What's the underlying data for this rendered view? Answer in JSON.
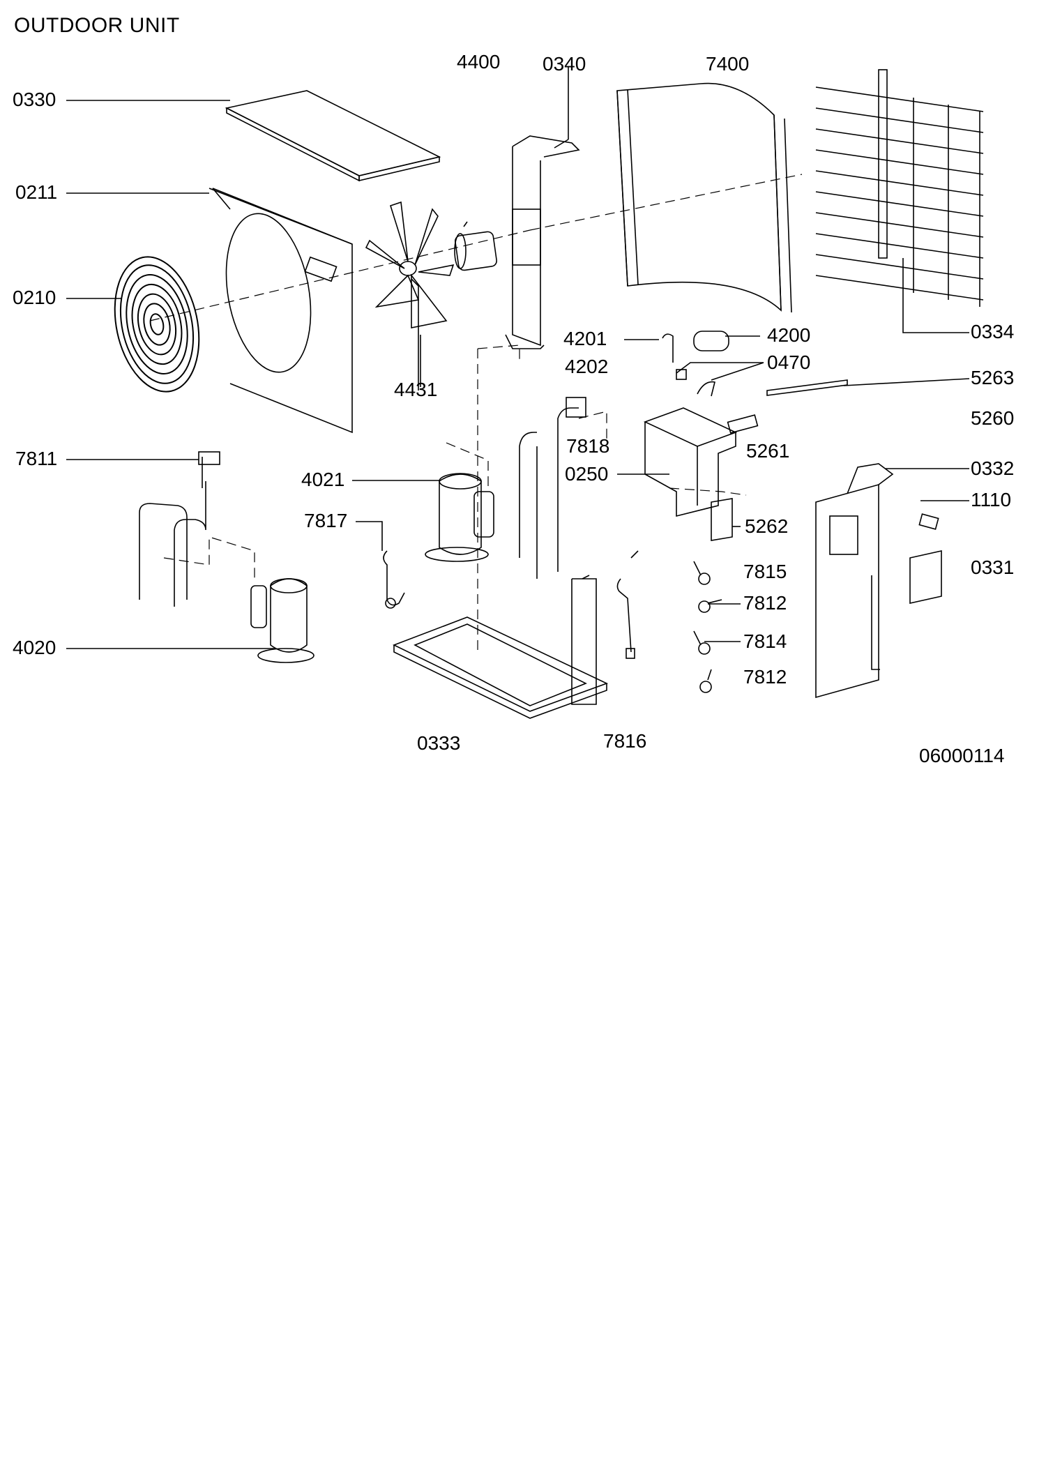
{
  "title": "OUTDOOR UNIT",
  "drawing_number": "06000114",
  "parts": {
    "p0330": "0330",
    "p0211": "0211",
    "p0210": "0210",
    "p7811": "7811",
    "p4020": "4020",
    "p4400": "4400",
    "p0340": "0340",
    "p7400": "7400",
    "p4431": "4431",
    "p4021": "4021",
    "p7817": "7817",
    "p4201": "4201",
    "p4202": "4202",
    "p4200": "4200",
    "p0470": "0470",
    "p7818": "7818",
    "p0250": "0250",
    "p5261": "5261",
    "p5262": "5262",
    "p7815": "7815",
    "p7812a": "7812",
    "p7814": "7814",
    "p7812b": "7812",
    "p0334": "0334",
    "p5263": "5263",
    "p5260": "5260",
    "p0332": "0332",
    "p1110": "1110",
    "p0331": "0331",
    "p0333": "0333",
    "p7816": "7816"
  }
}
